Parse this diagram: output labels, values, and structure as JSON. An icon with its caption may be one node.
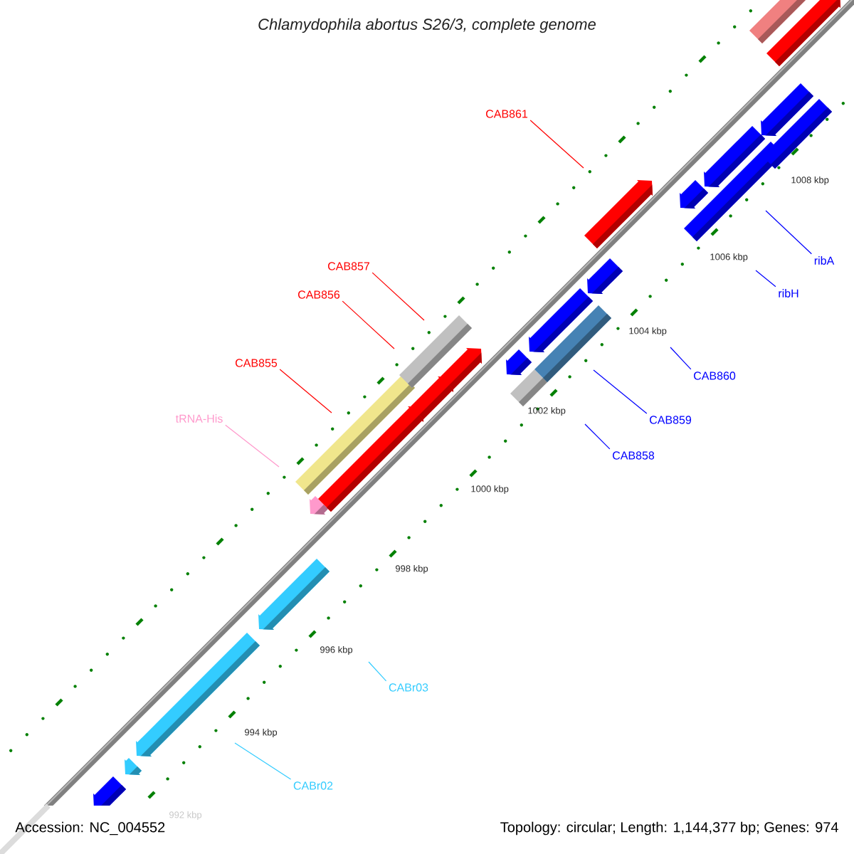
{
  "diagram": {
    "title": "Chlamydophila abortus S26/3, complete genome",
    "nodes": [
      {
        "text": [
          "CAB861"
        ]
      },
      {
        "text": [
          "ribA"
        ]
      },
      {
        "text": [
          "CAB857"
        ]
      },
      {
        "text": [
          "ribH"
        ]
      },
      {
        "text": [
          "CAB856"
        ]
      },
      {
        "text": [
          "CAB855"
        ]
      },
      {
        "text": [
          "CAB860"
        ]
      },
      {
        "text": [
          "tRNA-His"
        ]
      },
      {
        "text": [
          "CAB859"
        ]
      },
      {
        "text": [
          "CAB858"
        ]
      },
      {
        "text": [
          "CABr03"
        ]
      },
      {
        "text": [
          "CABr02"
        ]
      }
    ],
    "edges": [
      {
        "from": 0,
        "to": null,
        "arrow": "none",
        "color": "#ff0000"
      },
      {
        "from": 1,
        "to": null,
        "arrow": "none"
      },
      {
        "from": 2,
        "to": null,
        "arrow": "none",
        "color": "#ff0000"
      },
      {
        "from": 3,
        "to": null,
        "arrow": "none"
      },
      {
        "from": 4,
        "to": null,
        "arrow": "none",
        "color": "#ff0000"
      },
      {
        "from": 5,
        "to": null,
        "arrow": "none",
        "color": "#ff0000"
      },
      {
        "from": 6,
        "to": null,
        "arrow": "none"
      },
      {
        "from": 7,
        "to": null,
        "arrow": "none",
        "color": "#ff99cc"
      },
      {
        "from": 8,
        "to": null,
        "arrow": "none"
      },
      {
        "from": 9,
        "to": null,
        "arrow": "none"
      },
      {
        "from": 10,
        "to": null,
        "arrow": "none",
        "color": "#33ccff"
      },
      {
        "from": 11,
        "to": null,
        "arrow": "none",
        "color": "#33ccff"
      }
    ],
    "labels": [
      "1008 kbp",
      "1006 kbp",
      "1004 kbp",
      "1002 kbp",
      "1000 kbp",
      "998 kbp",
      "996 kbp",
      "994 kbp",
      "992 kbp",
      "Accession: NC_004552",
      "Topology: circular; Length: 1,144,377 bp; Genes: 974"
    ]
  }
}
